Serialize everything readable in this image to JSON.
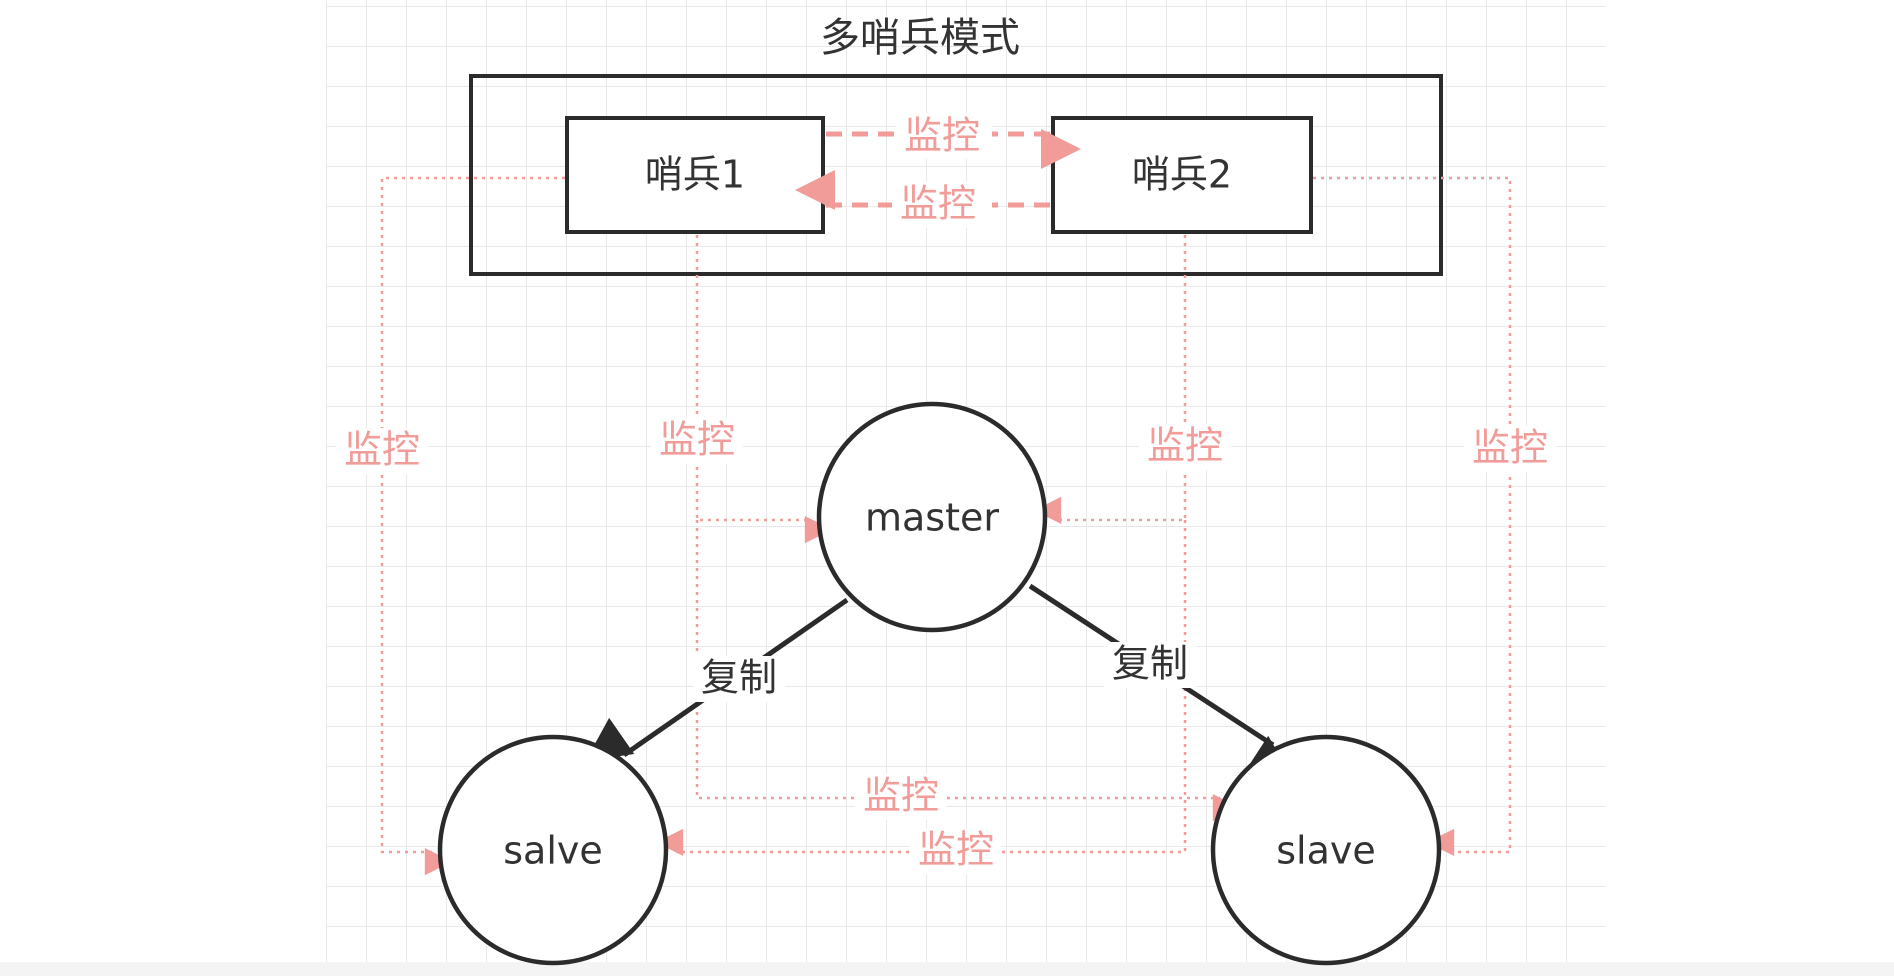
{
  "title": "多哨兵模式",
  "nodes": {
    "sentinel1": "哨兵1",
    "sentinel2": "哨兵2",
    "master": "master",
    "slave_left": "salve",
    "slave_right": "slave"
  },
  "labels": {
    "monitor": "监控",
    "replicate": "复制"
  },
  "colors": {
    "background": "#ffffff",
    "grid": "#e9e9e9",
    "stroke": "#2b2b2b",
    "text": "#333333",
    "monitor": "#f19c99"
  }
}
